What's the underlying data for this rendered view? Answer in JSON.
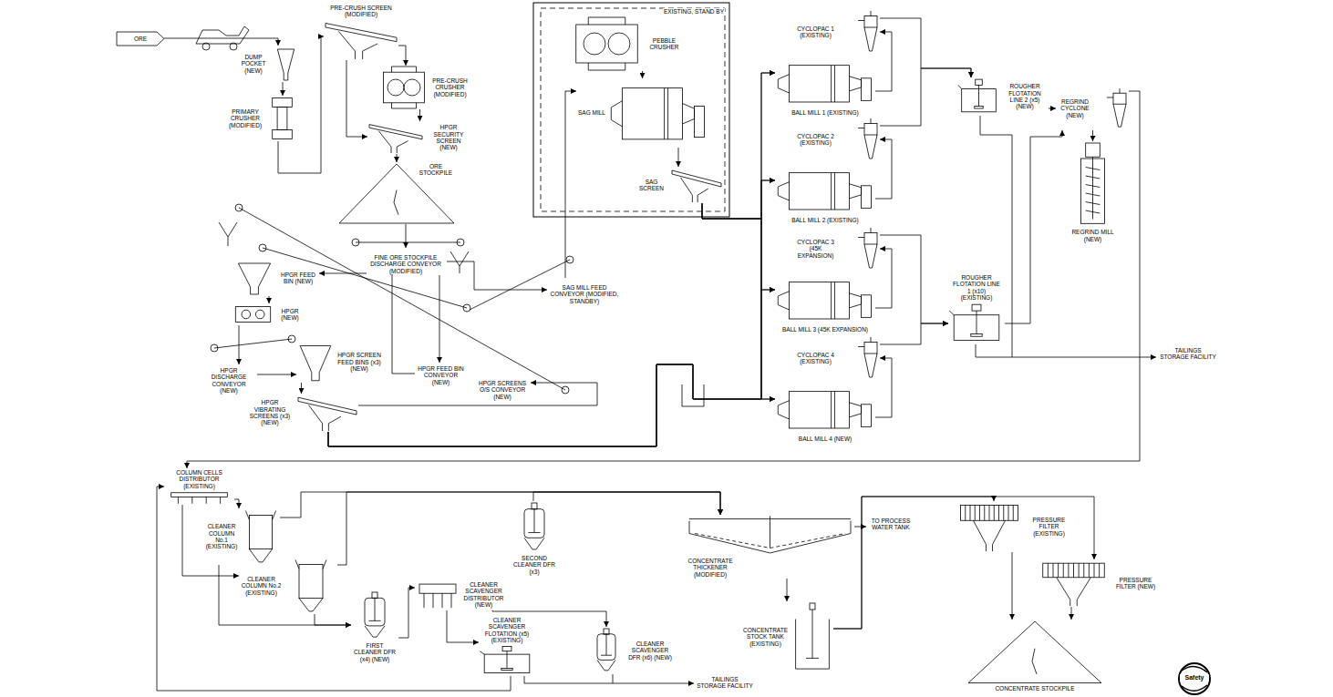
{
  "diagram": {
    "nodes": [
      {
        "text": [
          "ORE"
        ]
      },
      {
        "text": [
          "DUMP POCKET (NEW)"
        ]
      },
      {
        "text": [
          "PRIMARY CRUSHER (MODIFIED)"
        ]
      },
      {
        "text": [
          "PRE-CRUSH SCREEN (MODIFIED)"
        ]
      },
      {
        "text": [
          "PRE-CRUSH CRUSHER (MODIFIED)"
        ]
      },
      {
        "text": [
          "HPGR SECURITY SCREEN (NEW)"
        ]
      },
      {
        "text": [
          "ORE STOCKPILE"
        ]
      },
      {
        "text": [
          "FINE ORE STOCKPILE DISCHARGE CONVEYOR (MODIFIED)"
        ]
      },
      {
        "text": [
          "HPGR FEED BIN (NEW)"
        ]
      },
      {
        "text": [
          "HPGR (NEW)"
        ]
      },
      {
        "text": [
          "HPGR DISCHARGE CONVEYOR (NEW)"
        ]
      },
      {
        "text": [
          "HPGR SCREEN FEED BINS (x3) (NEW)"
        ]
      },
      {
        "text": [
          "HPGR VIBRATING SCREENS (x3) (NEW)"
        ]
      },
      {
        "text": [
          "HPGR FEED BIN CONVEYOR (NEW)"
        ]
      },
      {
        "text": [
          "HPGR SCREENS O/S CONVEYOR (NEW)"
        ]
      },
      {
        "text": [
          "SAG MILL FEED CONVEYOR (MODIFIED, STANDBY)"
        ]
      },
      {
        "text": [
          "EXISTING, STAND BY"
        ]
      },
      {
        "text": [
          "PEBBLE CRUSHER"
        ],
        "in": 16
      },
      {
        "text": [
          "SAG MILL"
        ],
        "in": 16
      },
      {
        "text": [
          "SAG SCREEN"
        ],
        "in": 16
      },
      {
        "text": [
          "CYCLOPAC 1 (EXISTING)"
        ]
      },
      {
        "text": [
          "BALL MILL 1 (EXISTING)"
        ]
      },
      {
        "text": [
          "CYCLOPAC 2 (EXISTING)"
        ]
      },
      {
        "text": [
          "BALL MILL 2 (EXISTING)"
        ]
      },
      {
        "text": [
          "CYCLOPAC 3 (45K EXPANSION)"
        ]
      },
      {
        "text": [
          "BALL MILL 3 (45K EXPANSION)"
        ]
      },
      {
        "text": [
          "CYCLOPAC 4 (EXISTING)"
        ]
      },
      {
        "text": [
          "BALL MILL 4 (NEW)"
        ]
      },
      {
        "text": [
          "ROUGHER FLOTATION LINE 2 (x5) (NEW)"
        ]
      },
      {
        "text": [
          "REGRIND CYCLONE (NEW)"
        ]
      },
      {
        "text": [
          "REGRIND MILL (NEW)"
        ]
      },
      {
        "text": [
          "ROUGHER FLOTATION LINE 1 (x10) (EXISTING)"
        ]
      },
      {
        "text": [
          "COLUMN CELLS DISTRIBUTOR (EXISTING)"
        ]
      },
      {
        "text": [
          "CLEANER COLUMN No.1 (EXISTING)"
        ]
      },
      {
        "text": [
          "CLEANER COLUMN No.2 (EXISTING)"
        ]
      },
      {
        "text": [
          "SECOND CLEANER DFR (x3)"
        ]
      },
      {
        "text": [
          "FIRST CLEANER DFR (x4) (NEW)"
        ]
      },
      {
        "text": [
          "CLEANER SCAVENGER DISTRIBUTOR (NEW)"
        ]
      },
      {
        "text": [
          "CLEANER SCAVENGER FLOTATION (x5) (EXISTING)"
        ]
      },
      {
        "text": [
          "CLEANER SCAVENGER DFR (x6) (NEW)"
        ]
      },
      {
        "text": [
          "CONCENTRATE THICKENER (MODIFIED)"
        ]
      },
      {
        "text": [
          "CONCENTRATE STOCK TANK (EXISTING)"
        ]
      },
      {
        "text": [
          "PRESSURE FILTER (EXISTING)"
        ]
      },
      {
        "text": [
          "PRESSURE FILTER (NEW)"
        ]
      },
      {
        "text": [
          "CONCENTRATE STOCKPILE"
        ]
      }
    ],
    "edges": [
      {
        "from": 0,
        "to": 1,
        "arrow": "to"
      },
      {
        "from": 1,
        "to": 2,
        "arrow": "to"
      },
      {
        "from": 2,
        "to": 3,
        "arrow": "to"
      },
      {
        "from": 3,
        "to": 4,
        "arrow": "to"
      },
      {
        "from": 3,
        "to": 5,
        "arrow": "to"
      },
      {
        "from": 4,
        "to": 5,
        "arrow": "to"
      },
      {
        "from": 5,
        "to": 6,
        "arrow": "to"
      },
      {
        "from": 6,
        "to": 7,
        "arrow": "to"
      },
      {
        "from": 7,
        "to": 13,
        "arrow": "to"
      },
      {
        "from": 7,
        "to": 15,
        "arrow": "to"
      },
      {
        "from": 13,
        "to": 8,
        "arrow": "to"
      },
      {
        "from": 8,
        "to": 9,
        "arrow": "to"
      },
      {
        "from": 9,
        "to": 10,
        "arrow": "to"
      },
      {
        "from": 10,
        "to": 11,
        "arrow": "to"
      },
      {
        "from": 11,
        "to": 12,
        "arrow": "to"
      },
      {
        "from": 12,
        "to": 14,
        "arrow": "to"
      },
      {
        "from": 12,
        "to": 21,
        "arrow": "to"
      },
      {
        "from": 12,
        "to": 23,
        "arrow": "to"
      },
      {
        "from": 12,
        "to": 25,
        "arrow": "to"
      },
      {
        "from": 12,
        "to": 27,
        "arrow": "to"
      },
      {
        "from": 15,
        "to": 18,
        "arrow": "to"
      },
      {
        "from": 17,
        "to": 18,
        "arrow": "to"
      },
      {
        "from": 18,
        "to": 19,
        "arrow": "to"
      },
      {
        "from": 19,
        "to": 21,
        "arrow": "to"
      },
      {
        "from": 19,
        "to": 23,
        "arrow": "to"
      },
      {
        "from": 19,
        "to": 25,
        "arrow": "to"
      },
      {
        "from": 19,
        "to": 27,
        "arrow": "to"
      },
      {
        "from": 21,
        "to": 20,
        "arrow": "to"
      },
      {
        "from": 23,
        "to": 22,
        "arrow": "to"
      },
      {
        "from": 25,
        "to": 24,
        "arrow": "to"
      },
      {
        "from": 27,
        "to": 26,
        "arrow": "to"
      },
      {
        "from": 20,
        "to": 28,
        "arrow": "to"
      },
      {
        "from": 22,
        "to": 28,
        "arrow": "to"
      },
      {
        "from": 24,
        "to": 31,
        "arrow": "to"
      },
      {
        "from": 26,
        "to": 31,
        "arrow": "to"
      },
      {
        "from": 28,
        "to": 29,
        "arrow": "to"
      },
      {
        "from": 31,
        "to": 29,
        "arrow": "to"
      },
      {
        "from": 29,
        "to": 30,
        "arrow": "to"
      },
      {
        "from": 29,
        "to": 32,
        "arrow": "to"
      },
      {
        "from": 32,
        "to": 33,
        "arrow": "to"
      },
      {
        "from": 32,
        "to": 34,
        "arrow": "to"
      },
      {
        "from": 33,
        "to": 40,
        "arrow": "to"
      },
      {
        "from": 34,
        "to": 40,
        "arrow": "to"
      },
      {
        "from": 35,
        "to": 40,
        "arrow": "to"
      },
      {
        "from": 33,
        "to": 36,
        "arrow": "to"
      },
      {
        "from": 34,
        "to": 36,
        "arrow": "to"
      },
      {
        "from": 36,
        "to": 37,
        "arrow": "to"
      },
      {
        "from": 37,
        "to": 38,
        "arrow": "to"
      },
      {
        "from": 37,
        "to": 39,
        "arrow": "to"
      },
      {
        "from": 38,
        "to": 32,
        "arrow": "to"
      },
      {
        "from": 40,
        "to": 41,
        "arrow": "to"
      },
      {
        "from": 41,
        "to": 42,
        "arrow": "to"
      },
      {
        "from": 41,
        "to": 43,
        "arrow": "to"
      },
      {
        "from": 42,
        "to": 44,
        "arrow": "to"
      },
      {
        "from": 43,
        "to": 44,
        "arrow": "to"
      }
    ],
    "labels": [
      "TAILINGS STORAGE FACILITY",
      "TO PROCESS WATER TANK",
      "TAILINGS STORAGE FACILITY",
      "Safety"
    ]
  }
}
